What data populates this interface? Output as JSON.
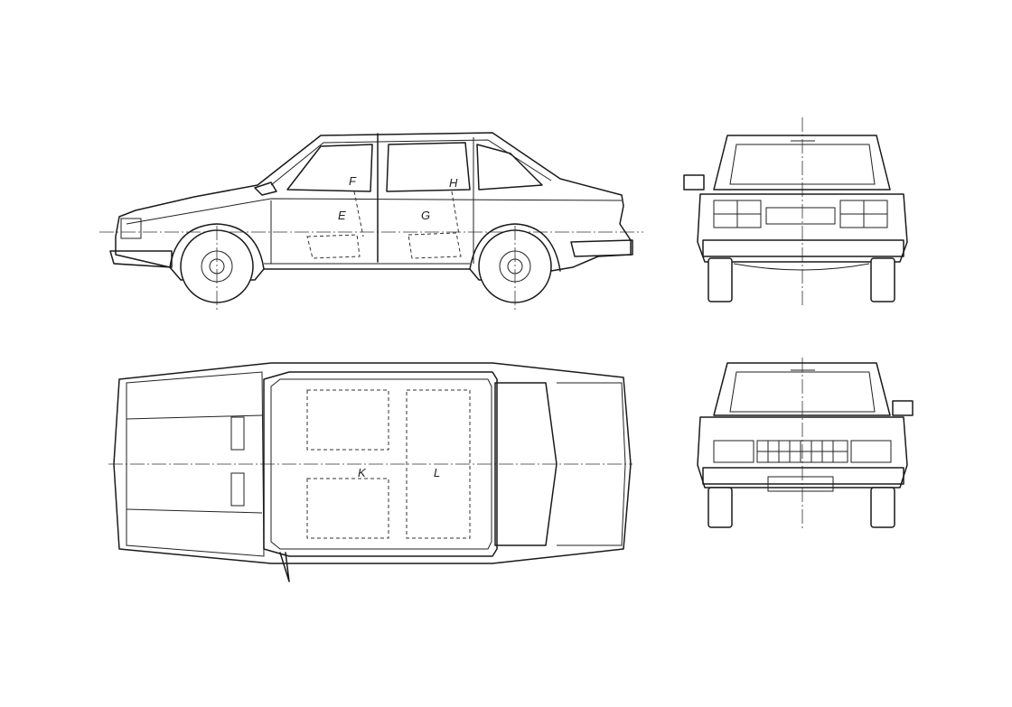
{
  "drawing": {
    "views": [
      "side-view",
      "rear-view",
      "top-view",
      "front-view"
    ],
    "marker_labels": [
      "E",
      "F",
      "G",
      "H",
      "K",
      "L"
    ],
    "line_color": "#1a1a1a",
    "background": "#ffffff"
  }
}
